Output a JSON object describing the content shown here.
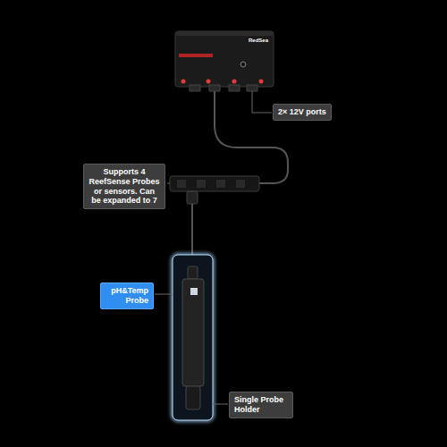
{
  "diagram": {
    "nodes": [
      {
        "text": [
          "2× 12V ports"
        ]
      },
      {
        "text": [
          "Supports 4 ReefSense Probes or sensors. Can be expanded to 7"
        ]
      },
      {
        "text": [
          "pH&Temp Probe"
        ]
      },
      {
        "text": [
          "Single Probe Holder"
        ]
      }
    ],
    "labels": [
      "RedSea"
    ]
  }
}
